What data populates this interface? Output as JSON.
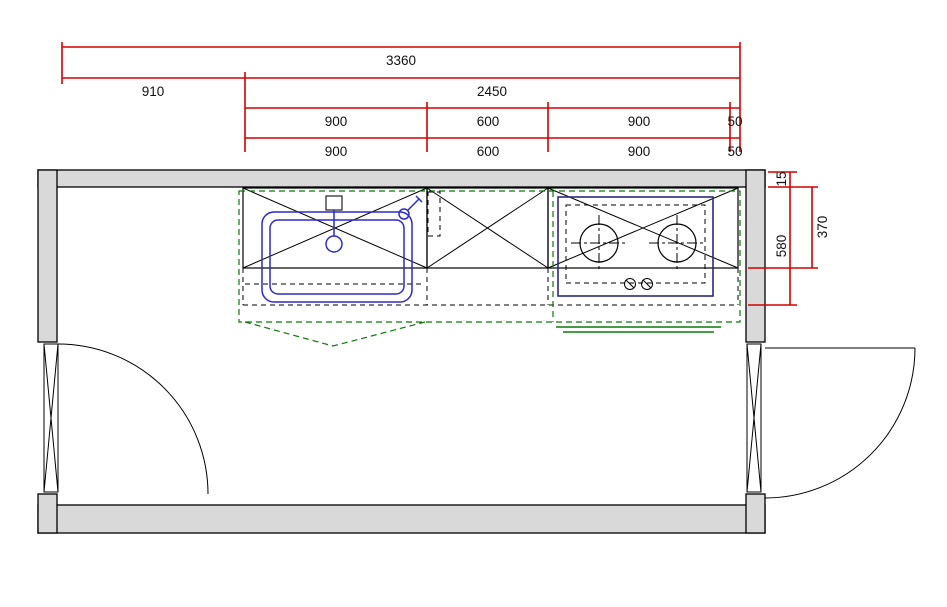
{
  "drawing": {
    "type": "kitchen-floor-plan",
    "colors": {
      "dimension_red": "#d40000",
      "wall_fill": "#d9d9d9",
      "line_black": "#000000",
      "cabinet_green": "#0a7a0a",
      "fixture_blue": "#2a2ad0",
      "hob_navy": "#2a2a80"
    },
    "dimensions_top": {
      "total": "3360",
      "left_offset": "910",
      "cabinet_run": "2450",
      "row1": [
        "900",
        "600",
        "900",
        "50"
      ],
      "row2": [
        "900",
        "600",
        "900",
        "50"
      ]
    },
    "dimensions_right": {
      "wall_gap": "15",
      "counter_depth": "370",
      "clearance_depth": "580"
    }
  }
}
